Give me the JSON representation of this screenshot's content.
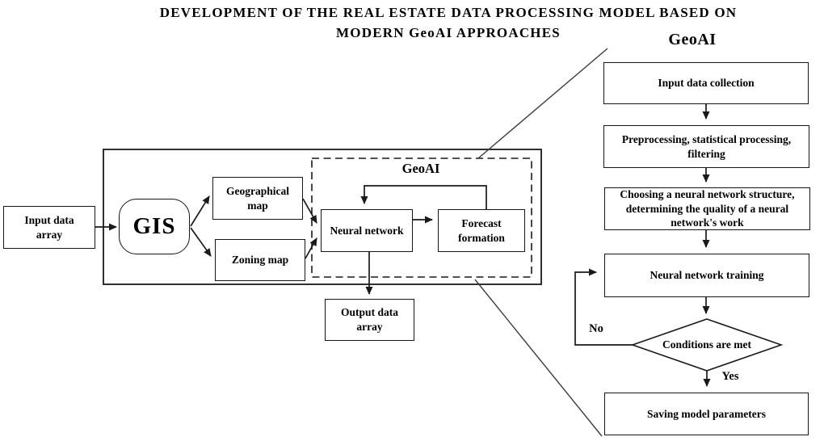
{
  "title": "DEVELOPMENT OF THE REAL ESTATE DATA PROCESSING MODEL BASED ON\nMODERN GeoAI APPROACHES",
  "pipeline": {
    "input_data_array": "Input data\narray",
    "gis": "GIS",
    "geographical_map": "Geographical\nmap",
    "zoning_map": "Zoning map",
    "geoai_box_label": "GeoAI",
    "neural_network": "Neural network",
    "forecast_formation": "Forecast\nformation",
    "output_data_array": "Output data\narray"
  },
  "geoai_flow": {
    "heading": "GeoAI",
    "steps": {
      "input_data_collection": "Input data collection",
      "preprocessing": "Preprocessing, statistical processing,\nfiltering",
      "choosing_structure": "Choosing a neural network structure,\ndetermining the quality of a neural\nnetwork's work",
      "training": "Neural network training",
      "saving": "Saving model parameters"
    },
    "decision": "Conditions are met",
    "labels": {
      "no": "No",
      "yes": "Yes"
    }
  },
  "colors": {
    "background": "#ffffff",
    "stroke": "#1a1a1a",
    "text": "#000000"
  }
}
